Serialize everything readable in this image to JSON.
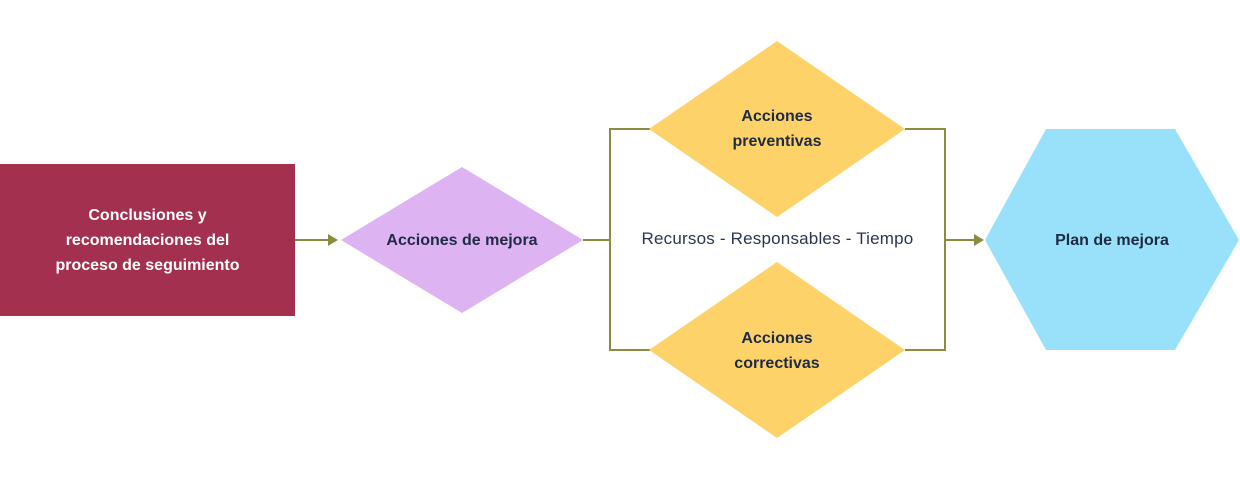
{
  "colors": {
    "conclusions_box": "#a3304f",
    "improvement_diamond": "#deb3f2",
    "action_diamonds": "#fdd369",
    "plan_hexagon": "#99e1fa",
    "connectors": "#8a8d3f"
  },
  "nodes": {
    "conclusions": {
      "line1": "Conclusiones y",
      "line2": "recomendaciones del",
      "line3": "proceso de seguimiento"
    },
    "improvement_actions": "Acciones de mejora",
    "preventive_actions": {
      "line1": "Acciones",
      "line2": "preventivas"
    },
    "corrective_actions": {
      "line1": "Acciones",
      "line2": "correctivas"
    },
    "resources_caption": "Recursos - Responsables - Tiempo",
    "improvement_plan": "Plan de mejora"
  }
}
